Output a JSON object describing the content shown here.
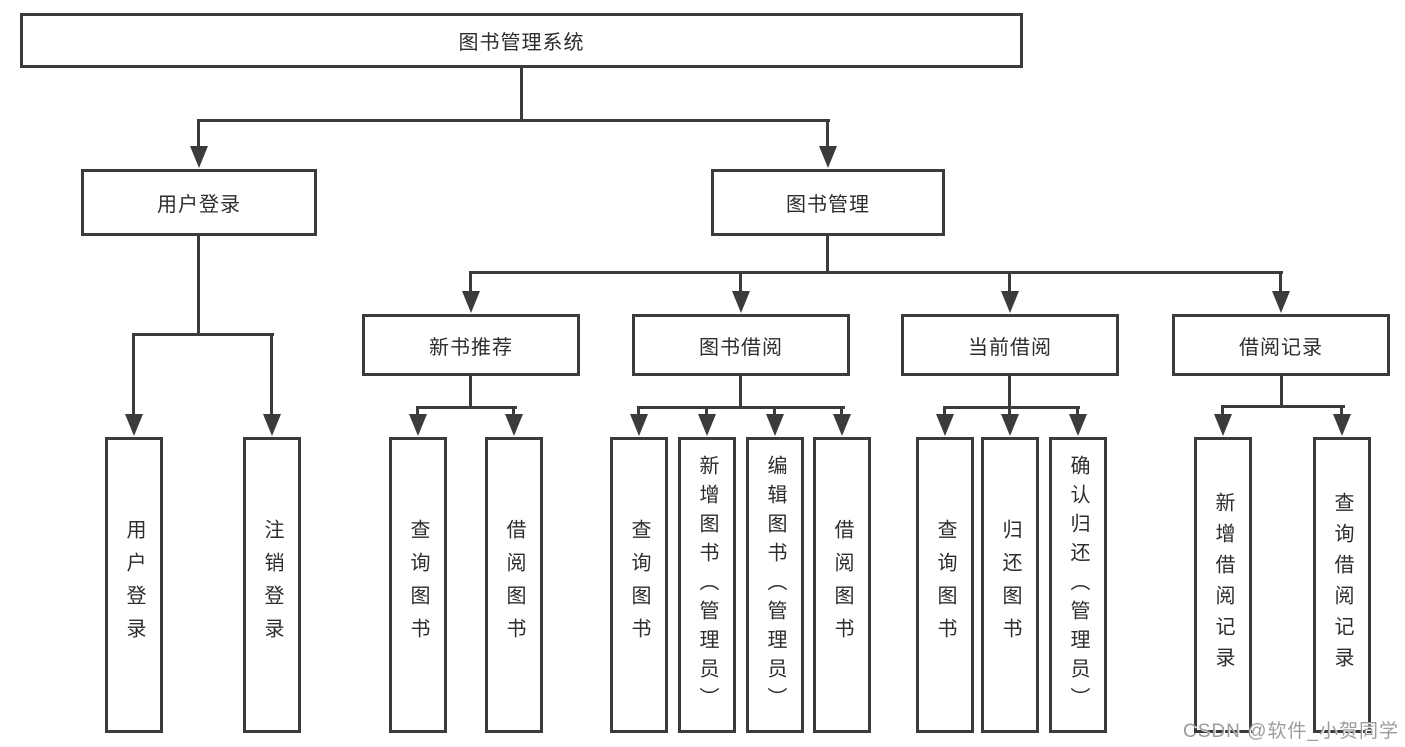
{
  "diagram": {
    "root": "图书管理系统",
    "level1": [
      "用户登录",
      "图书管理"
    ],
    "level2": [
      "新书推荐",
      "图书借阅",
      "当前借阅",
      "借阅记录"
    ],
    "leaves": {
      "user_login": [
        "用户登录",
        "注销登录"
      ],
      "new_book": [
        "查询图书",
        "借阅图书"
      ],
      "book_borrow": [
        "查询图书",
        "新增图书（管理员）",
        "编辑图书（管理员）",
        "借阅图书"
      ],
      "current_borrow": [
        "查询图书",
        "归还图书",
        "确认归还（管理员）"
      ],
      "borrow_record": [
        "新增借阅记录",
        "查询借阅记录"
      ]
    }
  },
  "watermark": "CSDN @软件_小贺同学",
  "colors": {
    "line": "#3b3b3b",
    "text": "#2d2d2d",
    "watermark": "#9c9c9c",
    "background": "#ffffff"
  }
}
